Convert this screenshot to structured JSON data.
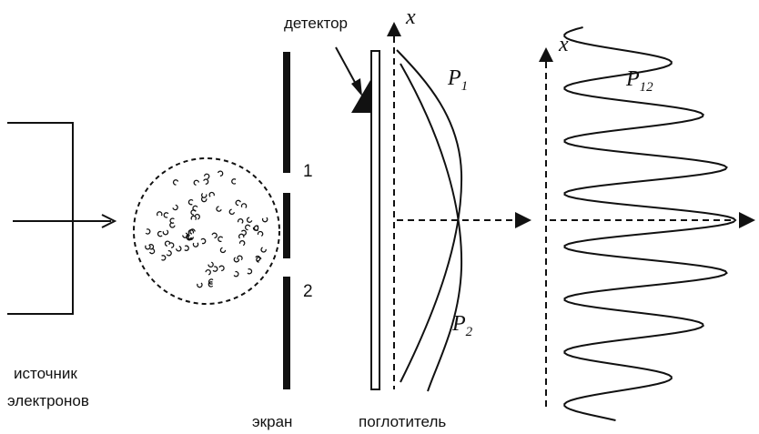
{
  "labels": {
    "source_line1": "источник",
    "source_line2": "электронов",
    "screen": "экран",
    "absorber": "поглотитель",
    "detector": "детектор",
    "slit1": "1",
    "slit2": "2",
    "axis_x1": "x",
    "axis_x2": "x",
    "p1_main": "P",
    "p1_sub": "1",
    "p2_main": "P",
    "p2_sub": "2",
    "p12_main": "P",
    "p12_sub": "12"
  },
  "colors": {
    "ink": "#111111",
    "background": "#ffffff"
  }
}
